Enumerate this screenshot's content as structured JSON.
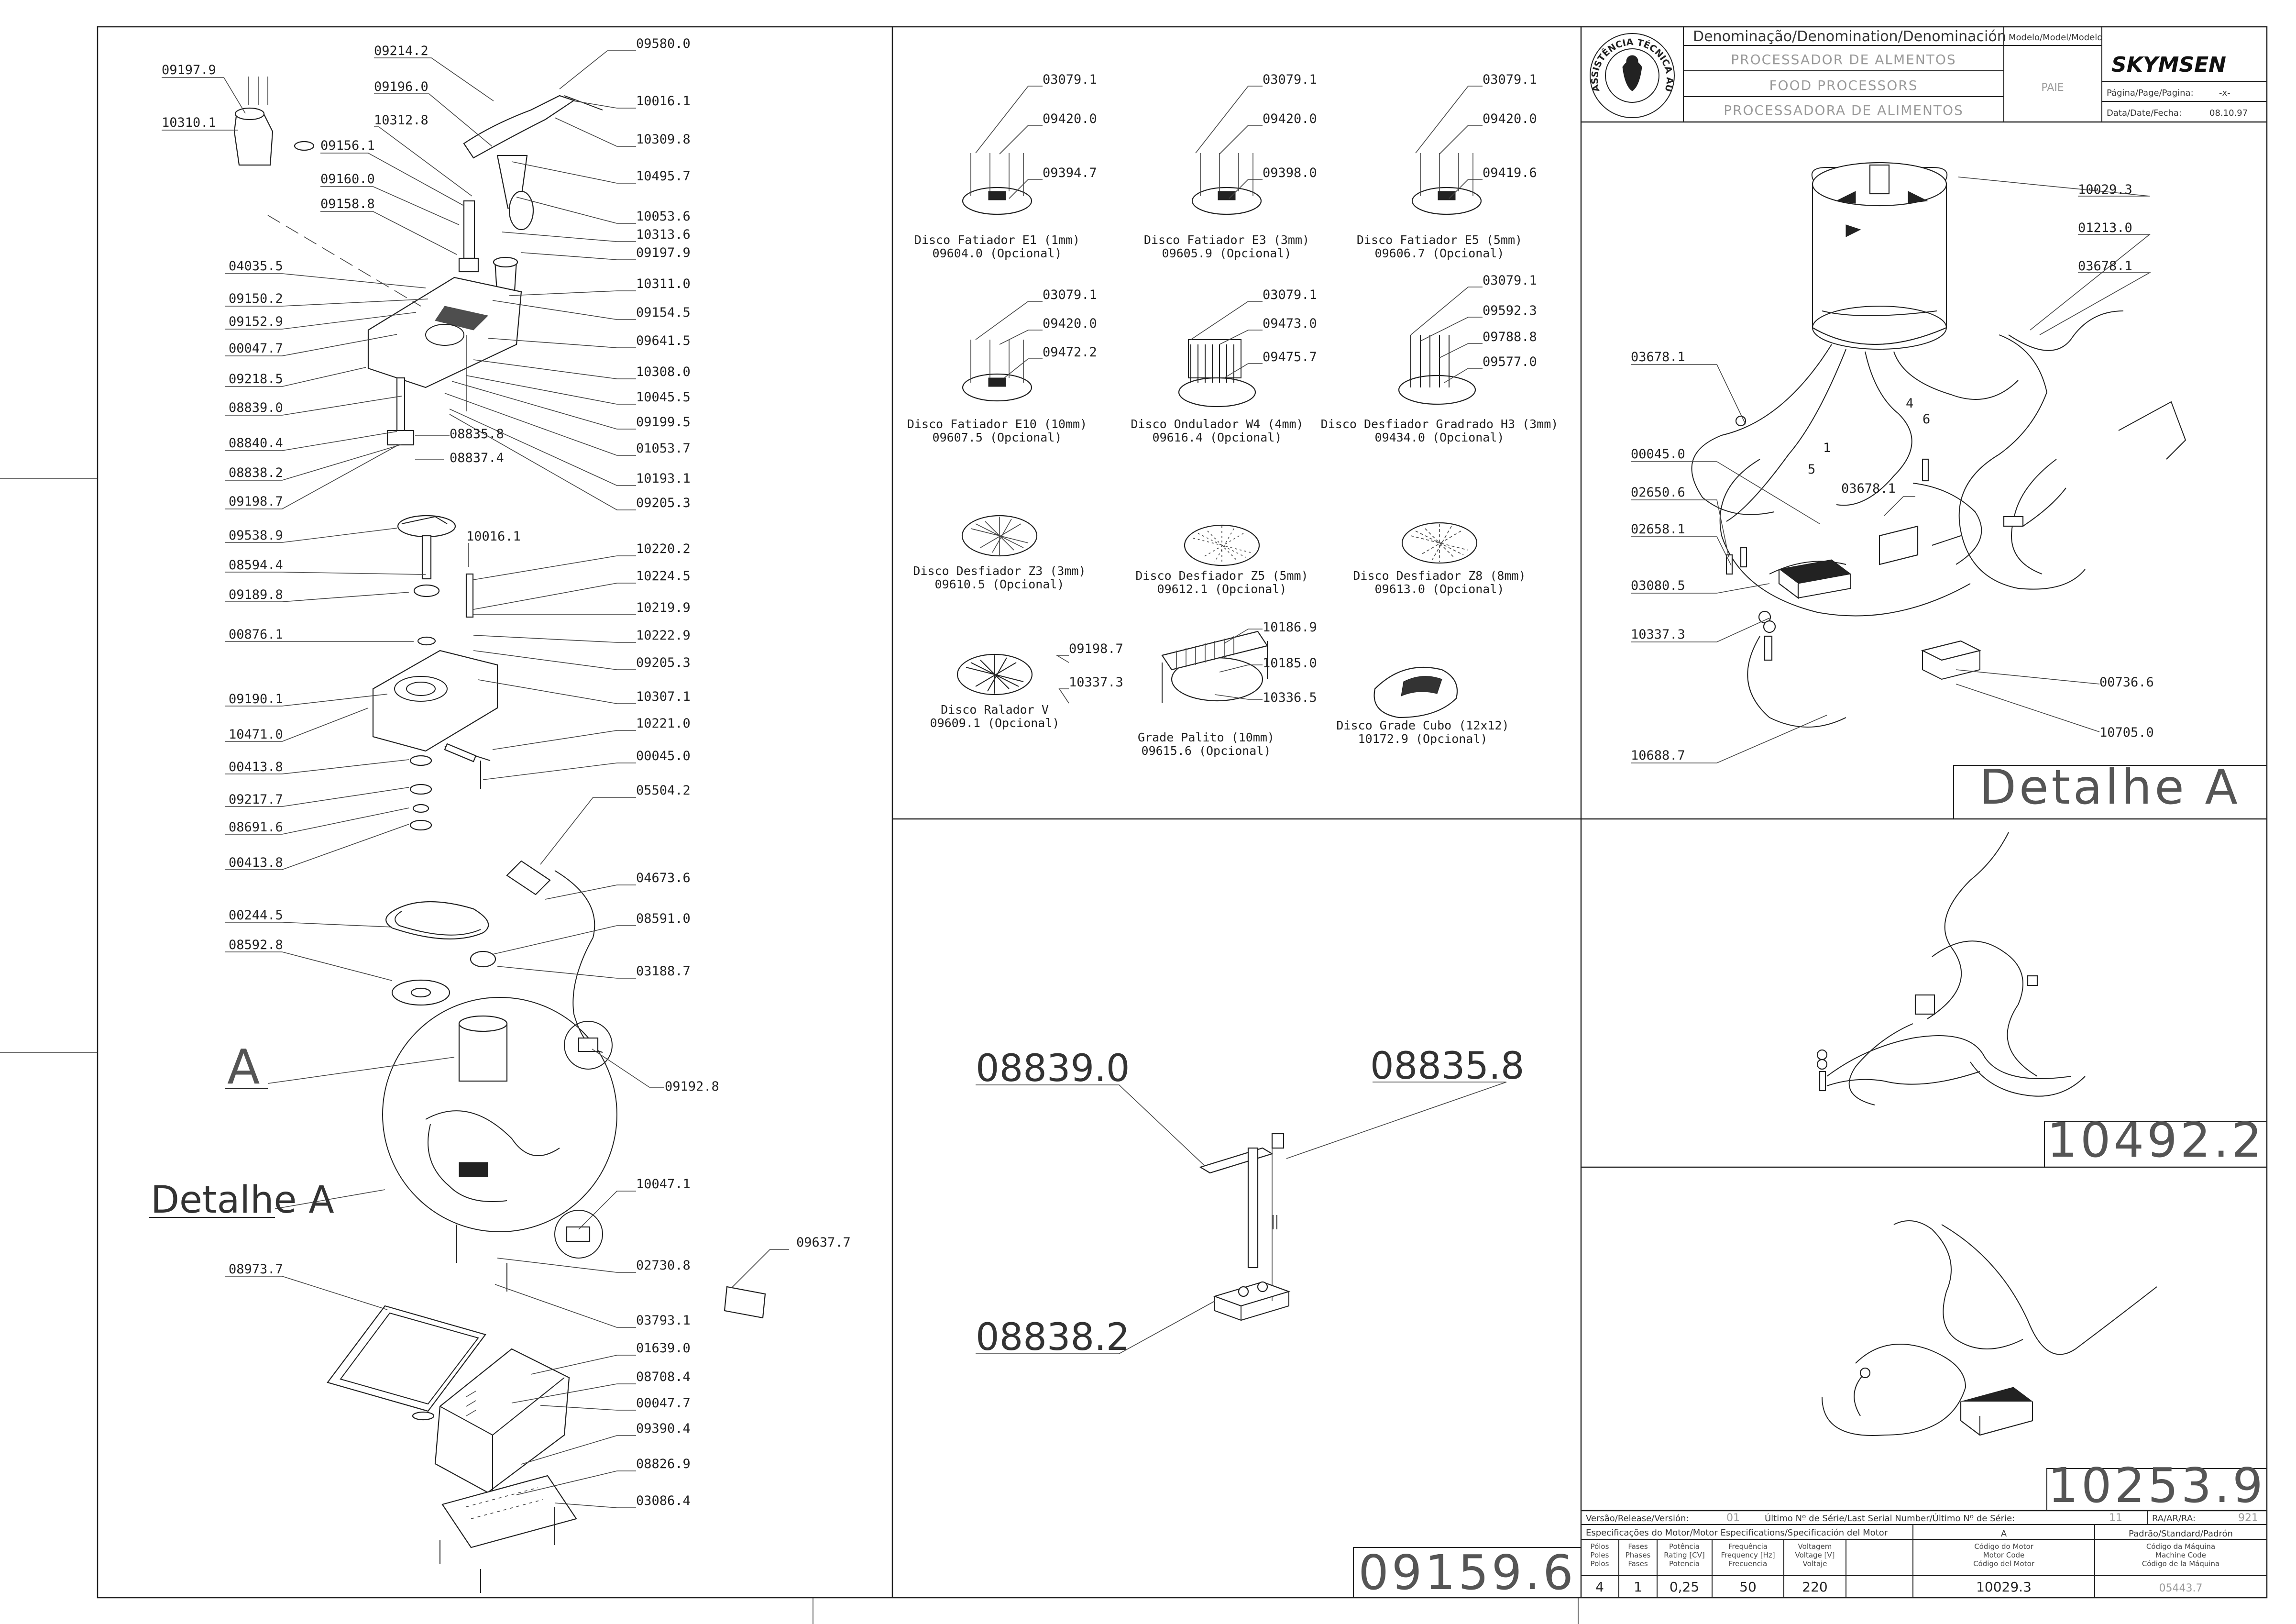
{
  "title_block": {
    "denomination_header": "Denominação/Denomination/Denominación",
    "model_header": "Modelo/Model/Modelo",
    "names": [
      "PROCESSADOR DE ALMENTOS",
      "FOOD PROCESSORS",
      "PROCESSADORA DE ALIMENTOS"
    ],
    "model": "PAIE",
    "brand": "SKYMSEN",
    "page_label": "Página/Page/Pagina:",
    "page_value": "-x-",
    "date_label": "Data/Date/Fecha:",
    "date_value": "08.10.97",
    "seal_text": "ASSISTÊNCIA TÉCNICA AUTORIZADA"
  },
  "release_block": {
    "version_label": "Versão/Release/Versión:",
    "version_value": "01",
    "serial_label": "Último Nº de Série/Last Serial Number/Último Nº de Série:",
    "serial_value": "11",
    "ra_label": "RA/AR/RA:",
    "ra_value": "921",
    "motor_spec_label": "Especificações do Motor/Motor Especifications/Specificación del Motor",
    "motor_spec_value": "A",
    "standard_label": "Padrão/Standard/Padrón",
    "col_poles": [
      "Pólos",
      "Poles",
      "Polos"
    ],
    "col_phases": [
      "Fases",
      "Phases",
      "Fases"
    ],
    "col_power": [
      "Potência",
      "Rating [CV]",
      "Potencia"
    ],
    "col_freq": [
      "Frequência",
      "Frequency [Hz]",
      "Frecuencia"
    ],
    "col_volt": [
      "Voltagem",
      "Voltage [V]",
      "Voltaje"
    ],
    "col_motor_code": [
      "Código do Motor",
      "Motor Code",
      "Código del Motor"
    ],
    "col_machine_code": [
      "Código da Máquina",
      "Machine Code",
      "Código de la Máquina"
    ],
    "values": {
      "poles": "4",
      "phases": "1",
      "power": "0,25",
      "freq": "50",
      "volt": "220",
      "motor_code": "10029.3",
      "machine_code": "05443.7"
    }
  },
  "main_assembly": {
    "labels": [
      "09197.9",
      "10310.1",
      "09214.2",
      "09196.0",
      "10312.8",
      "09156.1",
      "09160.0",
      "09158.8",
      "04035.5",
      "09150.2",
      "09152.9",
      "00047.7",
      "09218.5",
      "08839.0",
      "08840.4",
      "08838.2",
      "09198.7",
      "08835.8",
      "08837.4",
      "09580.0",
      "10016.1",
      "10309.8",
      "10495.7",
      "10053.6",
      "10313.6",
      "09197.9",
      "10311.0",
      "09154.5",
      "09641.5",
      "10308.0",
      "10045.5",
      "09199.5",
      "01053.7",
      "10193.1",
      "09205.3",
      "09538.9",
      "08594.4",
      "09189.8",
      "00876.1",
      "10016.1",
      "10220.2",
      "10224.5",
      "10219.9",
      "10222.9",
      "09205.3",
      "09190.1",
      "10471.0",
      "10307.1",
      "10221.0",
      "00413.8",
      "00045.0",
      "09217.7",
      "08691.6",
      "00413.8",
      "05504.2",
      "04673.6",
      "00244.5",
      "08591.0",
      "08592.8",
      "03188.7",
      "09192.8",
      "10047.1",
      "02730.8",
      "08973.7",
      "03793.1",
      "01639.0",
      "08708.4",
      "00047.7",
      "09390.4",
      "08826.9",
      "03086.4",
      "09637.7"
    ],
    "detail_letter": "A",
    "detail_label": "Detalhe  A"
  },
  "discs": [
    {
      "caption": "Disco Fatiador E1 (1mm)",
      "code": "09604.0 (Opcional)",
      "parts": [
        "03079.1",
        "09420.0",
        "09394.7"
      ]
    },
    {
      "caption": "Disco Fatiador E3 (3mm)",
      "code": "09605.9 (Opcional)",
      "parts": [
        "03079.1",
        "09420.0",
        "09398.0"
      ]
    },
    {
      "caption": "Disco Fatiador E5 (5mm)",
      "code": "09606.7 (Opcional)",
      "parts": [
        "03079.1",
        "09420.0",
        "09419.6"
      ]
    },
    {
      "caption": "Disco Fatiador E10 (10mm)",
      "code": "09607.5 (Opcional)",
      "parts": [
        "03079.1",
        "09420.0",
        "09472.2"
      ]
    },
    {
      "caption": "Disco Ondulador W4 (4mm)",
      "code": "09616.4 (Opcional)",
      "parts": [
        "03079.1",
        "09473.0",
        "09475.7"
      ]
    },
    {
      "caption": "Disco Desfiador Gradrado H3 (3mm)",
      "code": "09434.0 (Opcional)",
      "parts": [
        "03079.1",
        "09592.3",
        "09788.8",
        "09577.0"
      ]
    },
    {
      "caption": "Disco Desfiador Z3 (3mm)",
      "code": "09610.5 (Opcional)",
      "parts": []
    },
    {
      "caption": "Disco Desfiador Z5 (5mm)",
      "code": "09612.1 (Opcional)",
      "parts": []
    },
    {
      "caption": "Disco Desfiador Z8 (8mm)",
      "code": "09613.0 (Opcional)",
      "parts": []
    },
    {
      "caption": "Disco Ralador  V",
      "code": "09609.1 (Opcional)",
      "parts": []
    },
    {
      "caption": "Grade Palito (10mm)",
      "code": "09615.6 (Opcional)",
      "parts": [
        "09198.7",
        "10337.3",
        "10186.9",
        "10185.0",
        "10336.5"
      ]
    },
    {
      "caption": "Disco Grade Cubo (12x12)",
      "code": "10172.9 (Opcional)",
      "parts": []
    }
  ],
  "bracket_detail": {
    "labels": [
      "08839.0",
      "08835.8",
      "08838.2"
    ],
    "code_box": "09159.6"
  },
  "detail_a": {
    "labels": [
      "10029.3",
      "01213.0",
      "03678.1",
      "03678.1",
      "00045.0",
      "02650.6",
      "02658.1",
      "03080.5",
      "10337.3",
      "03678.1",
      "00736.6",
      "10705.0",
      "10688.7"
    ],
    "wire_numbers": [
      "4",
      "6",
      "1",
      "5"
    ],
    "title": "Detalhe  A"
  },
  "harness_1": {
    "code_box": "10492.2"
  },
  "harness_2": {
    "code_box": "10253.9"
  }
}
